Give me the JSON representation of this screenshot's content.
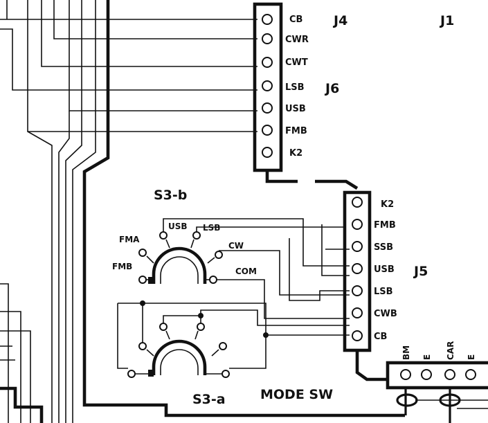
{
  "connectors": {
    "j4": {
      "label": "J4"
    },
    "j1": {
      "label": "J1"
    },
    "j6": {
      "label": "J6"
    },
    "j5": {
      "label": "J5"
    }
  },
  "upper_strip_pins": [
    "CB",
    "CWR",
    "CWT",
    "LSB",
    "USB",
    "FMB",
    "K2"
  ],
  "j5_pins": [
    "K2",
    "FMB",
    "SSB",
    "USB",
    "LSB",
    "CWB",
    "CB"
  ],
  "switch": {
    "deck_b_label": "S3-b",
    "deck_a_label": "S3-a",
    "mode_label": "MODE SW",
    "deck_b_contacts": {
      "usb": "USB",
      "lsb": "LSB",
      "fma": "FMA",
      "fmb": "FMB",
      "cw": "CW",
      "com": "COM"
    }
  },
  "bottom_connector_pins": [
    "BM",
    "E",
    "CAR",
    "E"
  ]
}
